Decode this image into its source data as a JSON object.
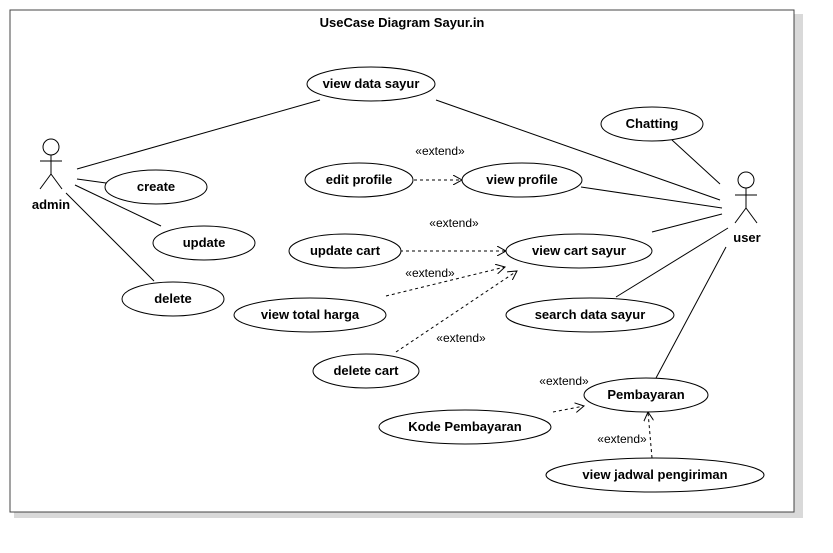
{
  "diagram": {
    "title": "UseCase Diagram Sayur.in",
    "actors": {
      "admin": "admin",
      "user": "user"
    },
    "use_cases": {
      "view_data_sayur": "view data sayur",
      "chatting": "Chatting",
      "create": "create",
      "update": "update",
      "delete": "delete",
      "edit_profile": "edit profile",
      "view_profile": "view profile",
      "update_cart": "update cart",
      "view_cart_sayur": "view cart sayur",
      "view_total_harga": "view total harga",
      "search_data_sayur": "search data sayur",
      "delete_cart": "delete cart",
      "pembayaran": "Pembayaran",
      "kode_pembayaran": "Kode Pembayaran",
      "view_jadwal_pengiriman": "view jadwal pengiriman"
    },
    "relations": {
      "extend_profile": "«extend»",
      "extend_update_cart": "«extend»",
      "extend_total_harga": "«extend»",
      "extend_delete_cart": "«extend»",
      "extend_kode": "«extend»",
      "extend_jadwal": "«extend»"
    }
  }
}
